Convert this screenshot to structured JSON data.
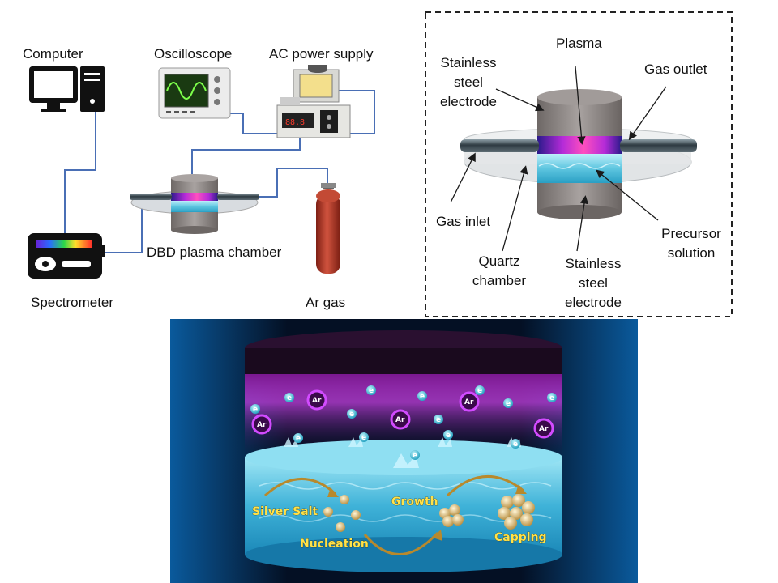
{
  "setup": {
    "computer": "Computer",
    "oscilloscope": "Oscilloscope",
    "ac_power_supply": "AC power supply",
    "dbd_chamber": "DBD plasma chamber",
    "spectrometer": "Spectrometer",
    "ar_gas": "Ar gas"
  },
  "detail": {
    "plasma": "Plasma",
    "stainless_top": [
      "Stainless",
      "steel",
      "electrode"
    ],
    "gas_outlet": "Gas outlet",
    "gas_inlet": "Gas inlet",
    "precursor": [
      "Precursor",
      "solution"
    ],
    "quartz": [
      "Quartz",
      "chamber"
    ],
    "stainless_bottom": [
      "Stainless",
      "steel",
      "electrode"
    ]
  },
  "mechanism": {
    "ion_label": "Ar",
    "electron_label": "e",
    "silver_salt": "Silver Salt",
    "nucleation": "Nucleation",
    "growth": "Growth",
    "capping": "Capping"
  },
  "colors": {
    "wire": "#4a6fb5",
    "plasma": "#c42bd8",
    "water": "#5ec6e0",
    "steel": "#8c8684",
    "gas_cylinder": "#b53a2a",
    "process_text": "#ffe24a"
  }
}
